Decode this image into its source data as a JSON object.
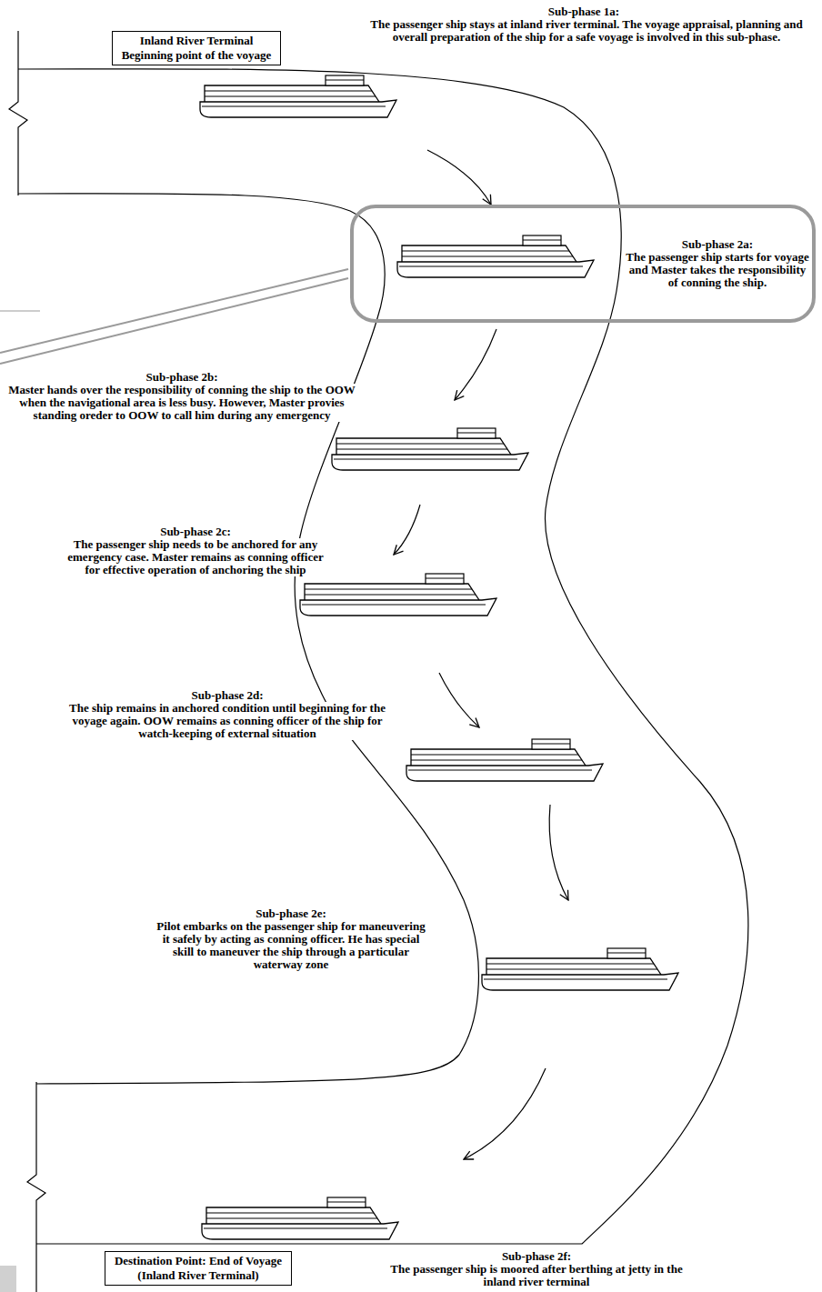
{
  "diagram": {
    "nodes": [
      {
        "text": [
          "Inland River Terminal",
          "Beginning point of the voyage"
        ]
      },
      {
        "text": [
          "Sub-phase 2a:",
          "The passenger ship starts for voyage and Master takes the responsibility of conning the ship."
        ]
      },
      {
        "text": [
          "Destination Point: End of Voyage",
          "(Inland River Terminal)"
        ]
      }
    ],
    "labels": [
      "Sub-phase 1a:",
      "The passenger ship stays at inland river terminal. The voyage appraisal, planning and overall preparation of the ship for a safe voyage is involved in this sub-phase.",
      "Sub-phase 2b:",
      "Master hands over the responsibility of conning the ship to the OOW when the navigational area is less busy. However, Master provies standing oreder to OOW to call him during any emergency",
      "Sub-phase 2c:",
      "The passenger ship needs to be anchored for any emergency case. Master remains as conning officer for effective operation of anchoring the ship",
      "Sub-phase 2d:",
      "The ship remains in anchored condition until beginning for the voyage again. OOW remains as conning officer of the ship for watch-keeping of external situation",
      "Sub-phase 2e:",
      "Pilot embarks on the passenger ship for maneuvering it safely by acting as conning officer. He has special skill to maneuver the ship through a particular waterway zone",
      "Sub-phase 2f:",
      "The passenger ship is moored after berthing at jetty in the inland river terminal"
    ]
  }
}
